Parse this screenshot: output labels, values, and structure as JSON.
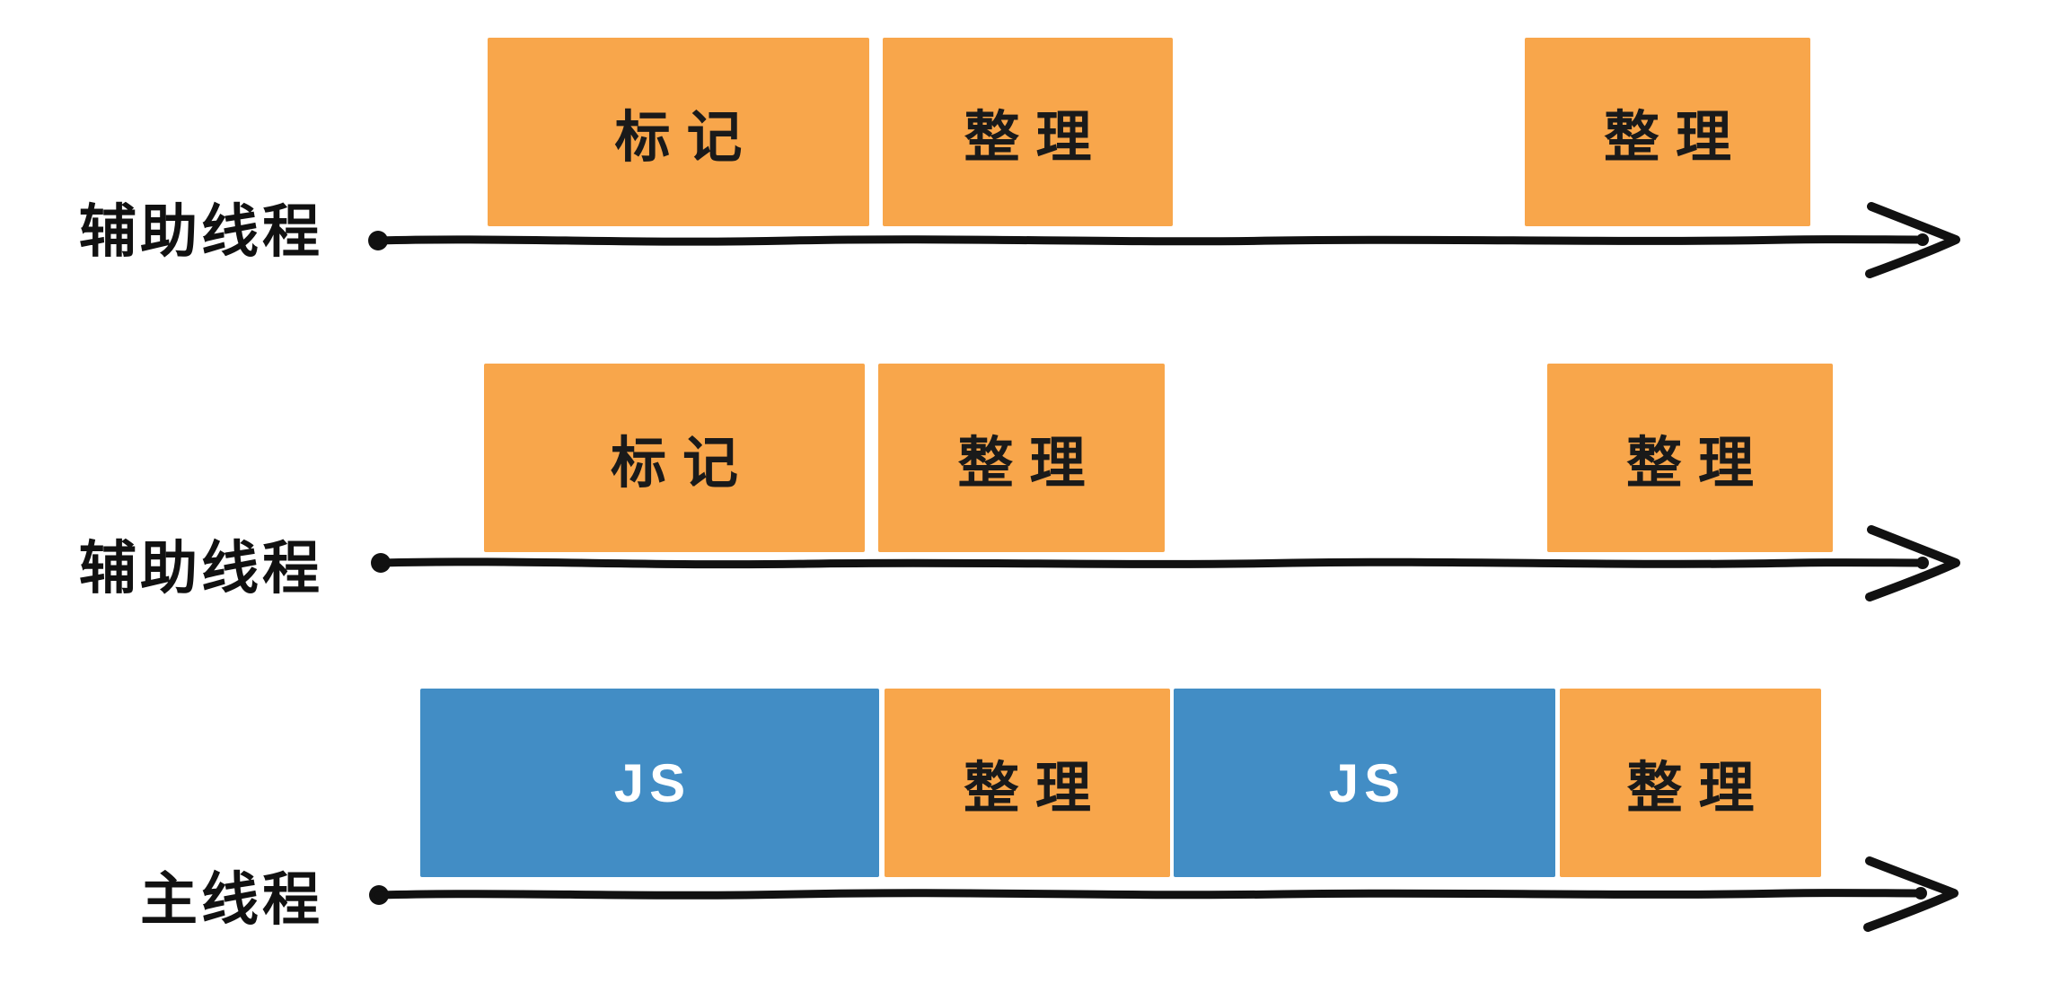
{
  "colors": {
    "background": "#FFFFFF",
    "orange-box": "#F8A64B",
    "blue-box": "#428DC5",
    "axis": "#111111",
    "box-text": "#1A1A1A",
    "js-text": "#FFFFFF"
  },
  "rows": [
    {
      "label": "辅助线程",
      "boxes": [
        {
          "label": "标记",
          "type": "gc"
        },
        {
          "label": "整理",
          "type": "gc"
        },
        {
          "label": "整理",
          "type": "gc"
        }
      ]
    },
    {
      "label": "辅助线程",
      "boxes": [
        {
          "label": "标记",
          "type": "gc"
        },
        {
          "label": "整理",
          "type": "gc"
        },
        {
          "label": "整理",
          "type": "gc"
        }
      ]
    },
    {
      "label": "主线程",
      "boxes": [
        {
          "label": "JS",
          "type": "js"
        },
        {
          "label": "整理",
          "type": "gc"
        },
        {
          "label": "JS",
          "type": "js"
        },
        {
          "label": "整理",
          "type": "gc"
        }
      ]
    }
  ]
}
